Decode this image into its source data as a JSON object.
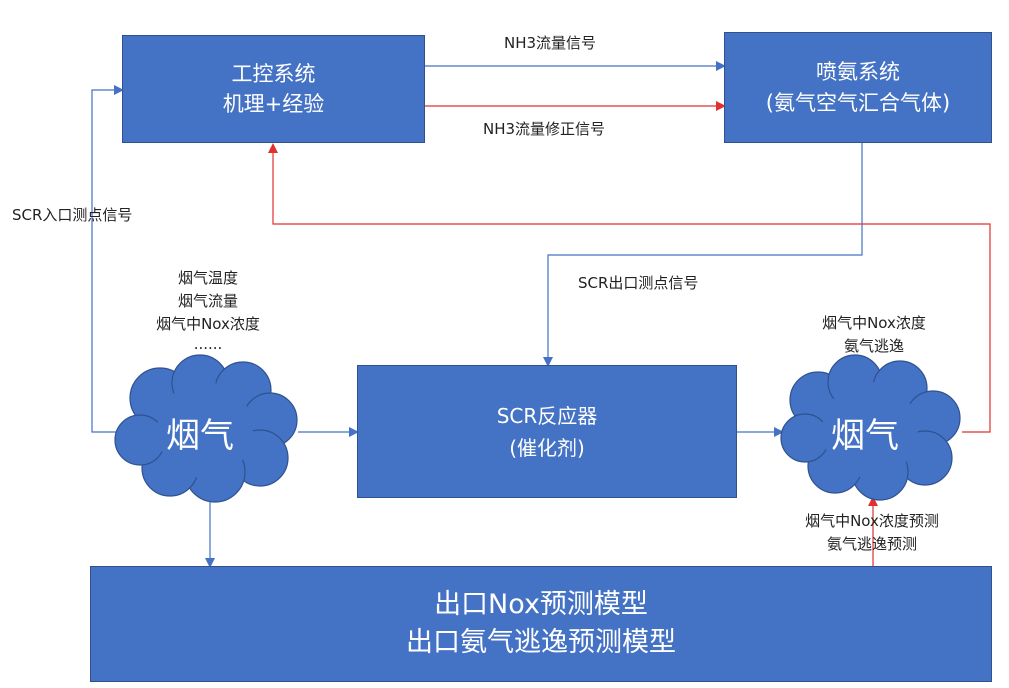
{
  "nodes": {
    "control_system": {
      "line1": "工控系统",
      "line2": "机理+经验"
    },
    "ammonia_injection": {
      "line1": "喷氨系统",
      "line2": "(氨气空气汇合气体)"
    },
    "scr_reactor": {
      "line1": "SCR反应器",
      "line2": "(催化剂)"
    },
    "prediction_model": {
      "line1": "出口Nox预测模型",
      "line2": "出口氨气逃逸预测模型"
    },
    "flue_gas_inlet": {
      "label": "烟气"
    },
    "flue_gas_outlet": {
      "label": "烟气"
    }
  },
  "edges": {
    "nh3_flow_signal": "NH3流量信号",
    "nh3_flow_correction_signal": "NH3流量修正信号",
    "scr_inlet_signal": "SCR入口测点信号",
    "scr_outlet_signal": "SCR出口测点信号"
  },
  "inlet_measurements": [
    "烟气温度",
    "烟气流量",
    "烟气中Nox浓度",
    "......"
  ],
  "outlet_measurements": [
    "烟气中Nox浓度",
    "氨气逃逸"
  ],
  "predictions": [
    "烟气中Nox浓度预测",
    "氨气逃逸预测"
  ],
  "colors": {
    "box_fill": "#4472c4",
    "box_border": "#2f528f",
    "arrow_blue": "#4472c4",
    "arrow_red": "#e03030",
    "text_white": "#ffffff"
  }
}
